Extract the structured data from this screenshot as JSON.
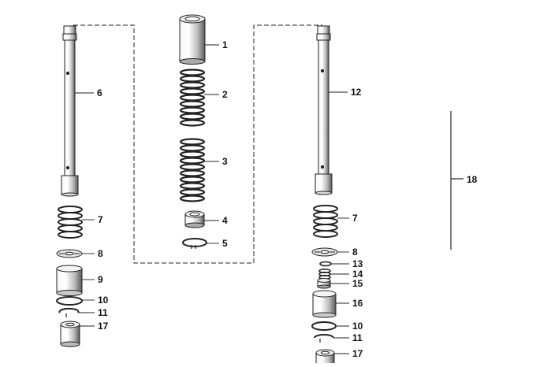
{
  "callouts": {
    "c1": "1",
    "c2": "2",
    "c3": "3",
    "c4": "4",
    "c5": "5",
    "c6": "6",
    "c7_left": "7",
    "c8_left": "8",
    "c9": "9",
    "c10_left": "10",
    "c11_left": "11",
    "c17_left": "17",
    "c12": "12",
    "c7_right": "7",
    "c8_right": "8",
    "c13": "13",
    "c14": "14",
    "c15": "15",
    "c16": "16",
    "c10_right": "10",
    "c11_right": "11",
    "c17_right": "17",
    "c18": "18"
  },
  "colors": {
    "ink": "#111111",
    "stroke": "#222222",
    "fill_light": "#f2f2f2",
    "shade": "#cfcfcf"
  }
}
